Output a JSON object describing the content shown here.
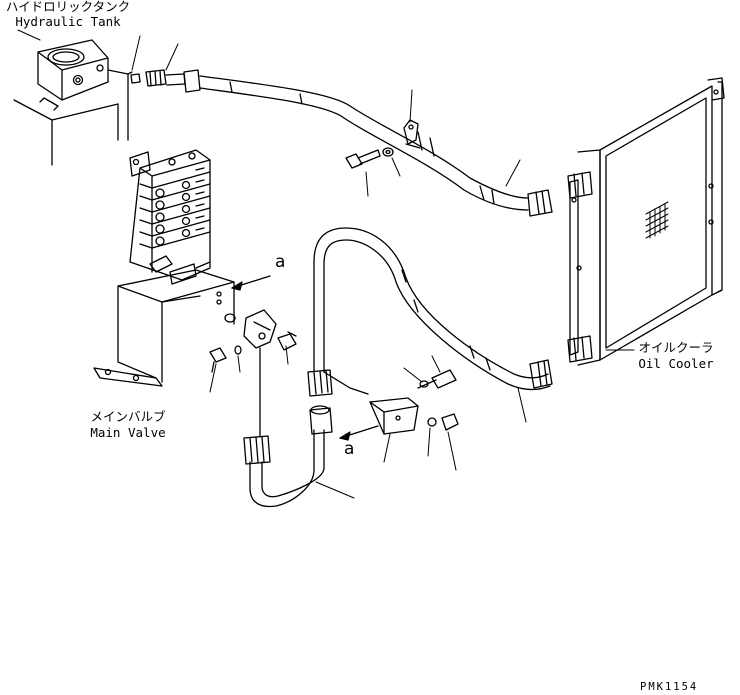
{
  "labels": {
    "tank_jp": "ハイドロリックタンク",
    "tank_en": "Hydraulic Tank",
    "cooler_jp": "オイルクーラ",
    "cooler_en": "Oil Cooler",
    "valve_jp": "メインバルブ",
    "valve_en": "Main Valve",
    "ref_a_upper": "a",
    "ref_a_lower": "a",
    "drawing_code": "PMK1154"
  }
}
